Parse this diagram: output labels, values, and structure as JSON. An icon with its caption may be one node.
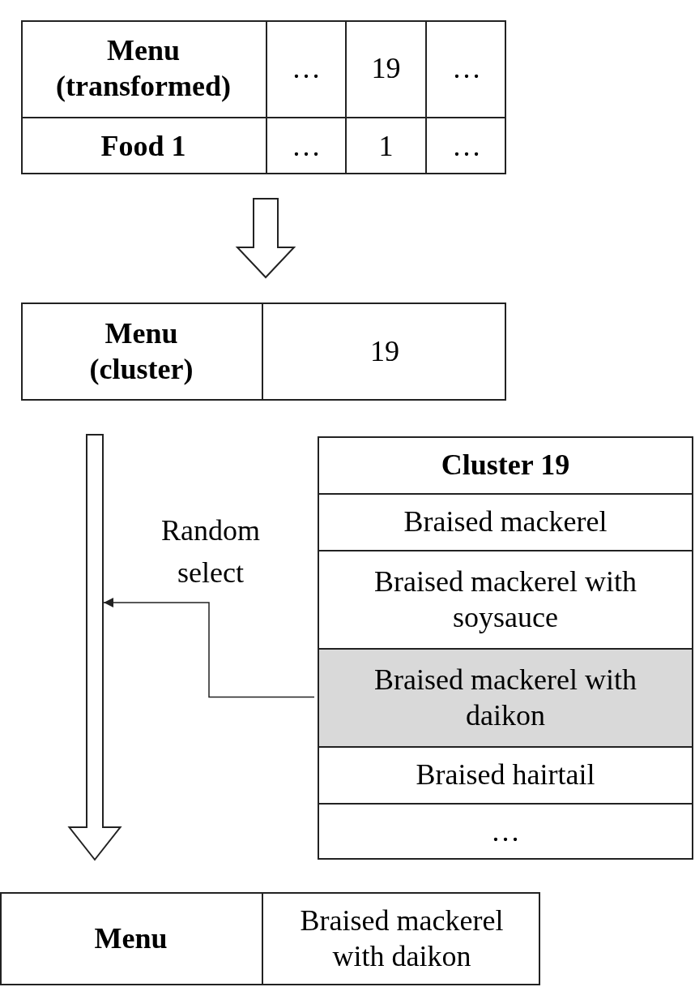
{
  "diagram": {
    "nodes": [
      {
        "text": [
          "Menu (transformed)",
          "…",
          "19",
          "…",
          "Food 1",
          "…",
          "1",
          "…"
        ]
      },
      {
        "text": [
          "Menu (cluster)",
          "19"
        ]
      },
      {
        "text": [
          "Cluster 19"
        ]
      },
      {
        "text": [
          "Braised mackerel"
        ],
        "in": 2
      },
      {
        "text": [
          "Braised mackerel with soysauce"
        ],
        "in": 2
      },
      {
        "text": [
          "Braised mackerel with daikon"
        ],
        "in": 2
      },
      {
        "text": [
          "Braised hairtail"
        ],
        "in": 2
      },
      {
        "text": [
          "…"
        ],
        "in": 2
      },
      {
        "text": [
          "Menu",
          "Braised mackerel with daikon"
        ]
      }
    ],
    "edges": [
      {
        "from": 0,
        "to": 1,
        "arrow": "to"
      },
      {
        "from": 1,
        "to": 8,
        "arrow": "to"
      },
      {
        "from": 5,
        "to": null,
        "arrow": "to",
        "label": "Random select"
      }
    ]
  }
}
